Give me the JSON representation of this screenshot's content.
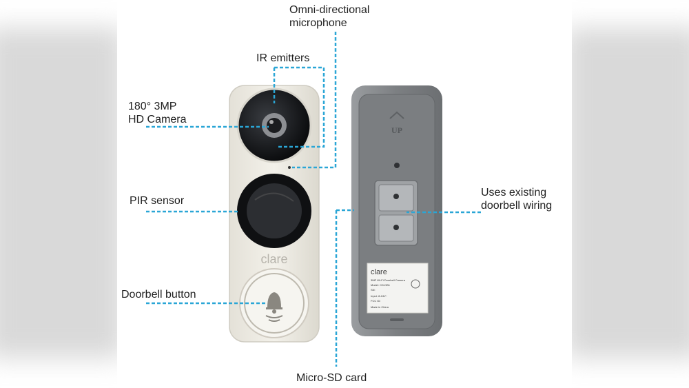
{
  "labels": {
    "microphone": "Omni-directional\nmicrophone",
    "ir": "IR emitters",
    "camera": "180° 3MP\nHD Camera",
    "pir": "PIR sensor",
    "button": "Doorbell button",
    "wiring": "Uses existing\ndoorbell wiring",
    "sd": "Micro-SD card"
  },
  "device": {
    "brand": "clare",
    "up_text": "UP",
    "sticker_lines": [
      "3MP Wi-Fi Doorbell Camera",
      "Model: CD-DB1",
      "SN:",
      "Input: 8-24V~",
      "FCC ID:",
      "Made in China"
    ]
  },
  "colors": {
    "leader": "#2aa6d6",
    "front_body": "#efede6",
    "back_plate": "#7c7f82"
  }
}
